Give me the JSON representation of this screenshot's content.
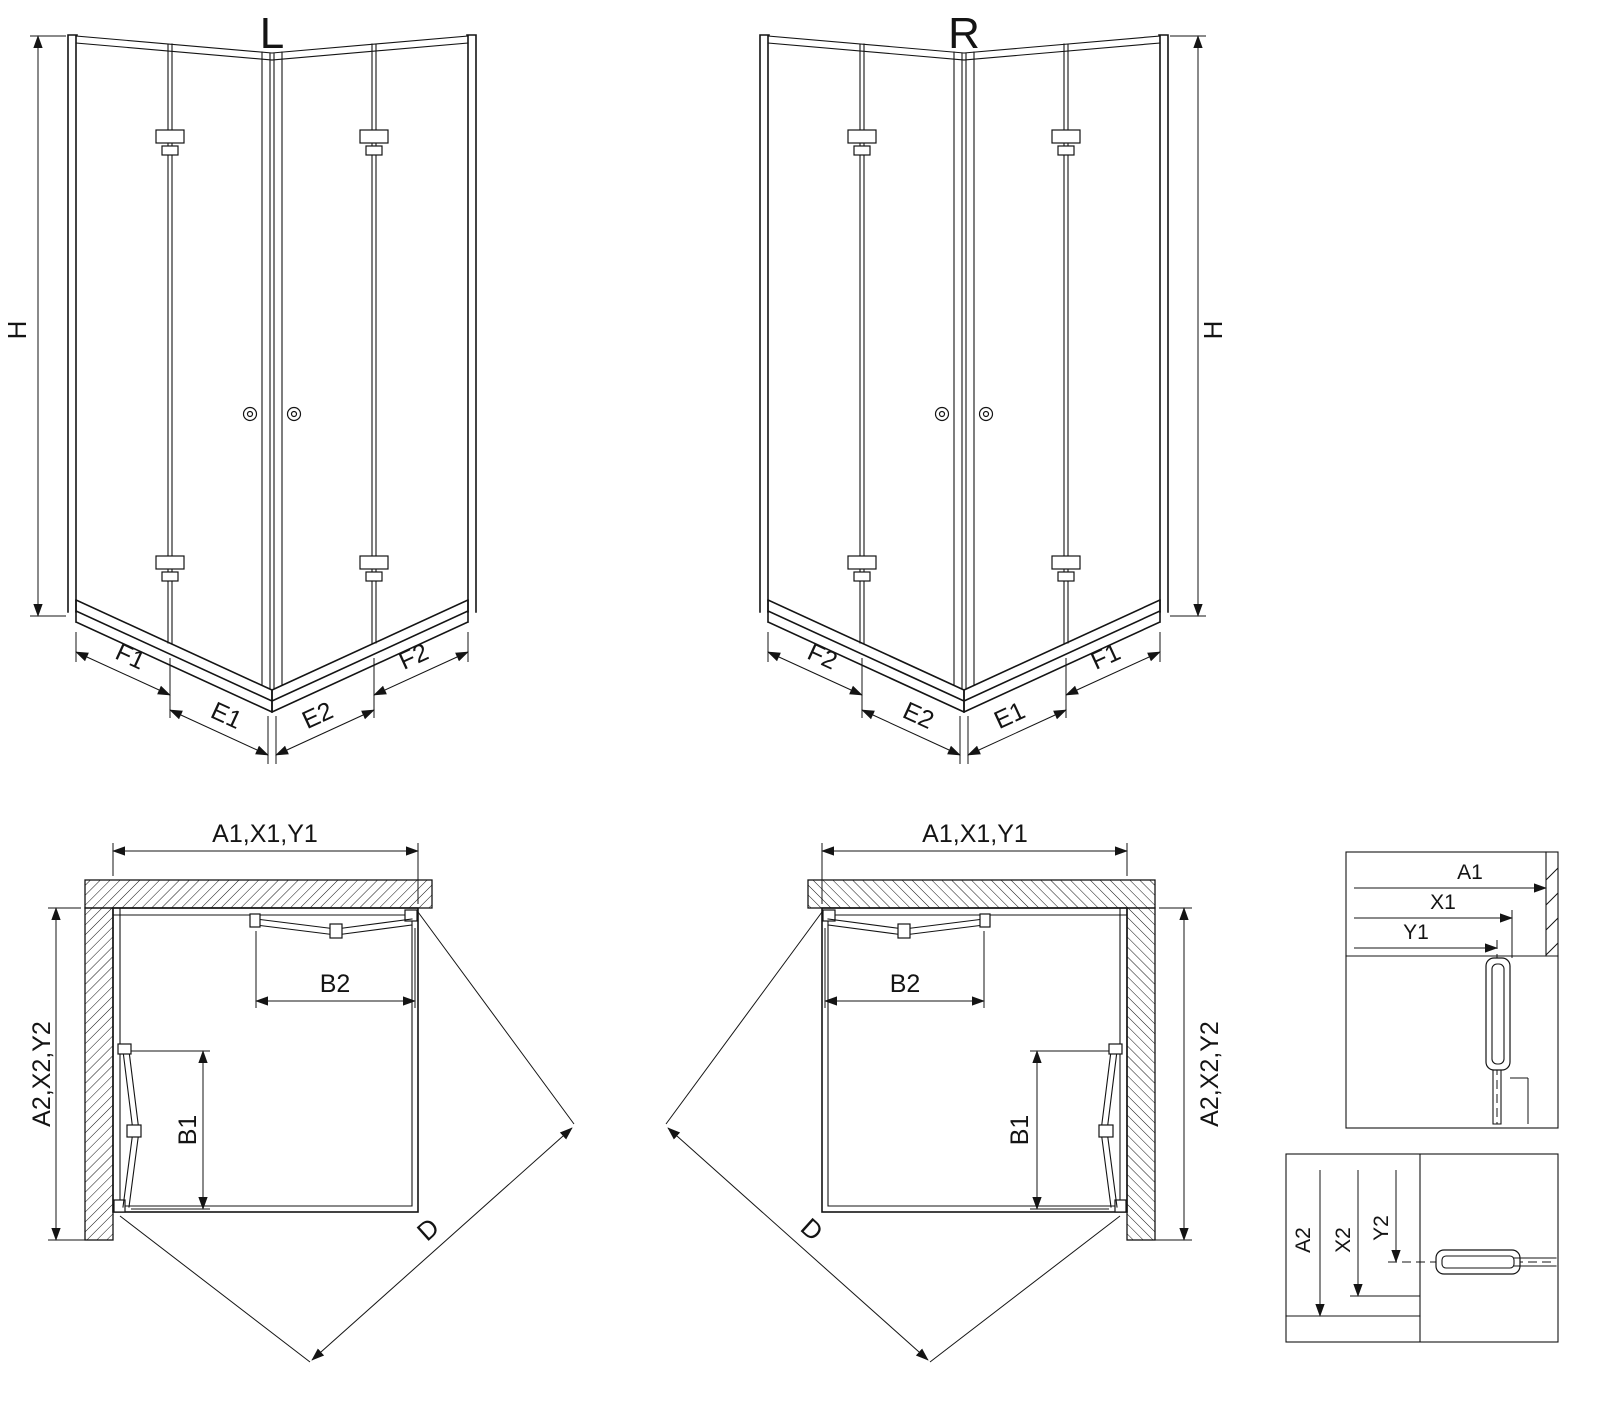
{
  "drawing": {
    "background": "#ffffff",
    "line_color": "#141414"
  },
  "perspective_left": {
    "variant_label": "L",
    "height_dim": "H",
    "bottom_dims": [
      "F1",
      "E1",
      "E2",
      "F2"
    ]
  },
  "perspective_right": {
    "variant_label": "R",
    "height_dim": "H",
    "bottom_dims": [
      "F2",
      "E2",
      "E1",
      "F1"
    ]
  },
  "plan_left": {
    "width_dim": "A1,X1,Y1",
    "depth_dim": "A2,X2,Y2",
    "door_dim_top": "B2",
    "door_dim_side": "B1",
    "diagonal_dim": "D"
  },
  "plan_right": {
    "width_dim": "A1,X1,Y1",
    "depth_dim": "A2,X2,Y2",
    "door_dim_top": "B2",
    "door_dim_side": "B1",
    "diagonal_dim": "D"
  },
  "detail_wall_profile": {
    "dims": [
      "A1",
      "X1",
      "Y1"
    ]
  },
  "detail_floor_profile": {
    "dims": [
      "A2",
      "X2",
      "Y2"
    ]
  }
}
